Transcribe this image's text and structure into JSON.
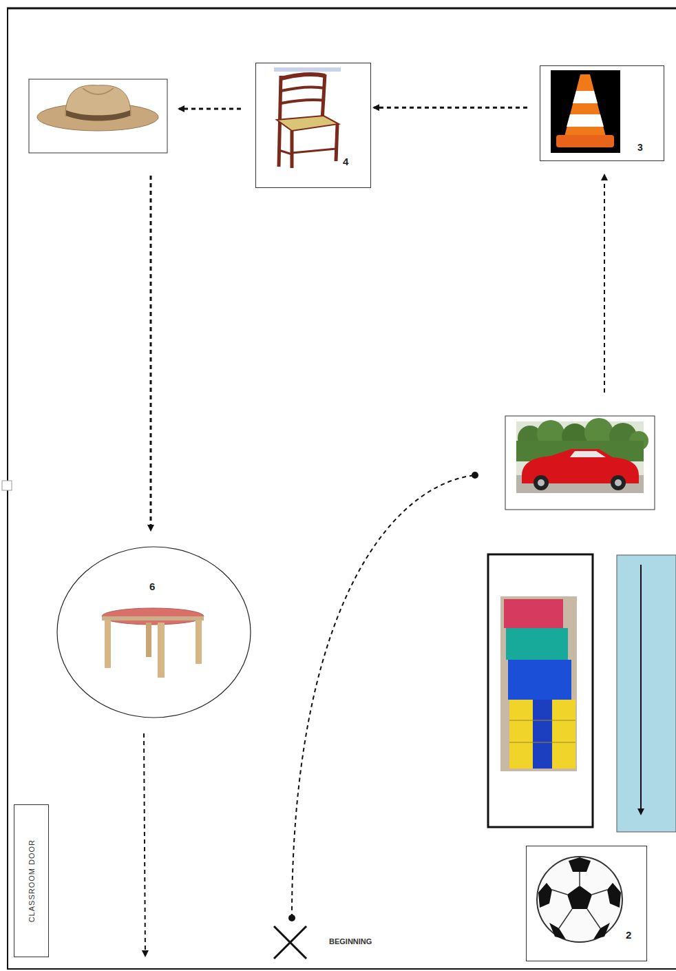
{
  "diagram": {
    "nodes": [
      {
        "text": [
          "4"
        ]
      },
      {
        "text": [
          "3"
        ]
      },
      {
        "text": [
          "6"
        ]
      },
      {
        "text": [
          "CLASSROOM DOOR"
        ]
      },
      {
        "text": [
          "2"
        ]
      }
    ],
    "edges": [
      {
        "from": 1,
        "to": 0,
        "arrow": "to"
      }
    ],
    "labels": [
      "BEGINNING"
    ]
  }
}
